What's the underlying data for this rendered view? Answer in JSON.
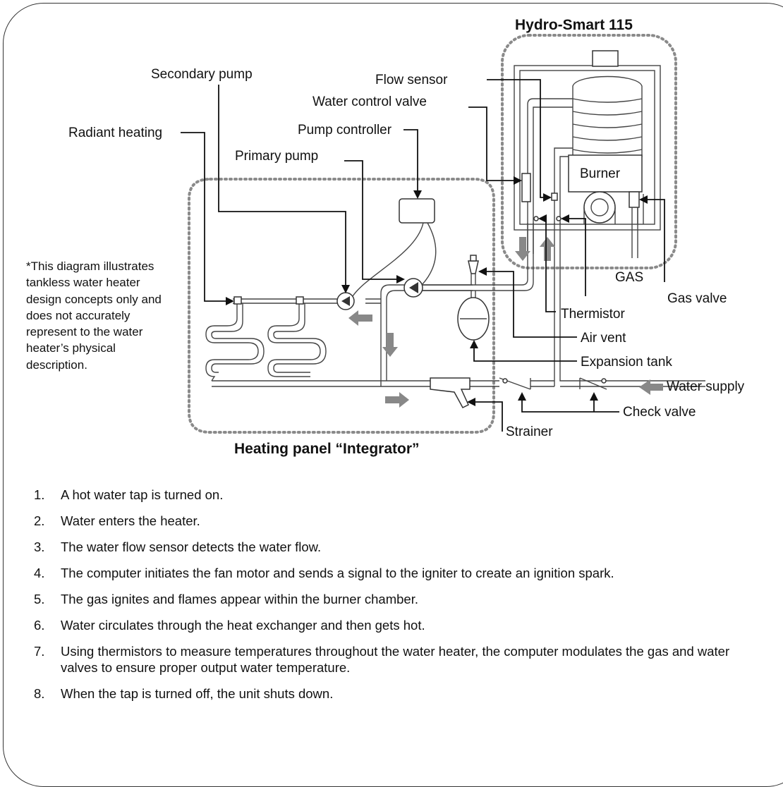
{
  "titles": {
    "unit": "Hydro-Smart 115",
    "panel": "Heating panel “Integrator”"
  },
  "labels": {
    "secondary_pump": "Secondary pump",
    "flow_sensor": "Flow sensor",
    "water_control_valve": "Water control valve",
    "radiant_heating": "Radiant heating",
    "pump_controller": "Pump controller",
    "primary_pump": "Primary pump",
    "burner": "Burner",
    "gas": "GAS",
    "gas_valve": "Gas valve",
    "thermistor": "Thermistor",
    "air_vent": "Air vent",
    "expansion_tank": "Expansion tank",
    "water_supply": "Water supply",
    "check_valve": "Check valve",
    "strainer": "Strainer"
  },
  "note": "*This diagram illustrates tankless water heater design concepts only and does not accurately represent to the water heater’s physical description.",
  "steps": [
    {
      "num": "1.",
      "text": "A hot water tap is turned on."
    },
    {
      "num": "2.",
      "text": "Water enters the heater."
    },
    {
      "num": "3.",
      "text": "The water flow sensor detects the water flow."
    },
    {
      "num": "4.",
      "text": "The computer initiates the fan motor and sends a signal to the igniter to create an ignition spark."
    },
    {
      "num": "5.",
      "text": "The gas ignites and flames appear within the burner chamber."
    },
    {
      "num": "6.",
      "text": "Water circulates through the heat exchanger and then gets hot."
    },
    {
      "num": "7.",
      "text": "Using thermistors to measure temperatures throughout the water heater, the computer modulates the gas and water valves to ensure proper output water temperature."
    },
    {
      "num": "8.",
      "text": "When the tap is turned off, the unit shuts down."
    }
  ],
  "colors": {
    "outline": "#333333",
    "dotted_boundary": "#8a8a8a",
    "flow_arrow": "#888888"
  }
}
